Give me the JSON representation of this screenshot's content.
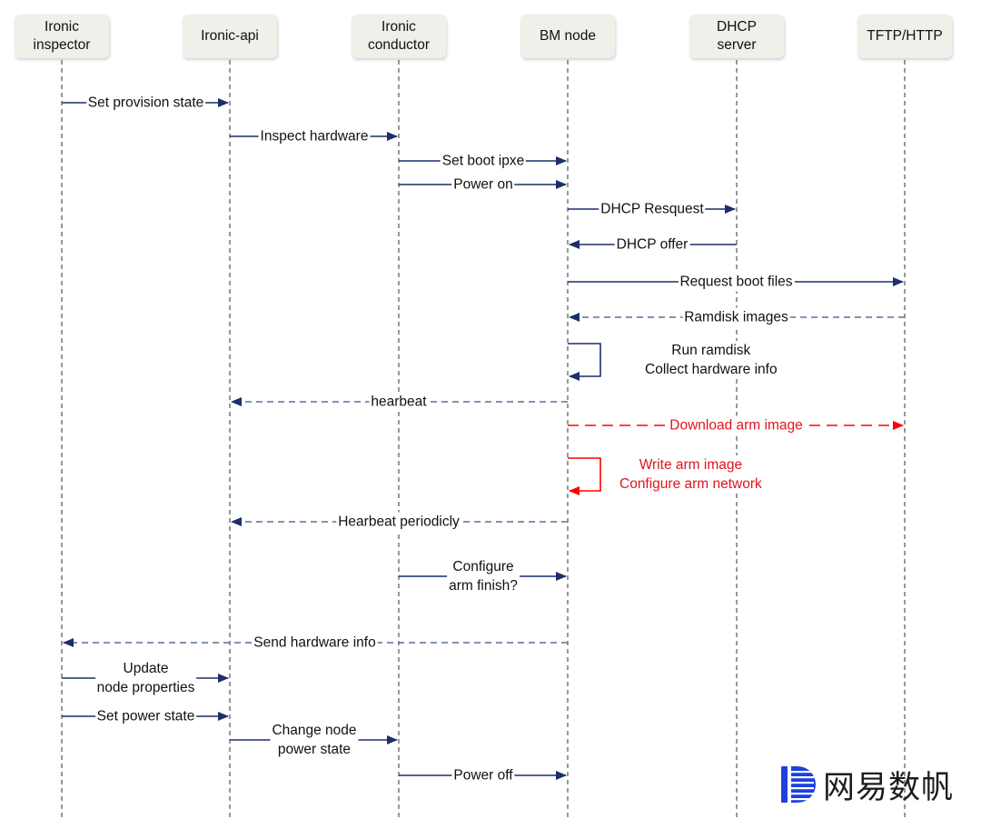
{
  "actors": [
    {
      "id": "inspector",
      "label": "Ironic\ninspector"
    },
    {
      "id": "api",
      "label": "Ironic-api"
    },
    {
      "id": "conductor",
      "label": "Ironic\nconductor"
    },
    {
      "id": "bm",
      "label": "BM node"
    },
    {
      "id": "dhcp",
      "label": "DHCP\nserver"
    },
    {
      "id": "tftp",
      "label": "TFTP/HTTP"
    }
  ],
  "messages": [
    {
      "from": "inspector",
      "to": "api",
      "label": "Set provision state",
      "style": "solid",
      "color": "#1b2f6b"
    },
    {
      "from": "api",
      "to": "conductor",
      "label": "Inspect hardware",
      "style": "solid",
      "color": "#1b2f6b"
    },
    {
      "from": "conductor",
      "to": "bm",
      "label": "Set boot ipxe",
      "style": "solid",
      "color": "#1b2f6b"
    },
    {
      "from": "conductor",
      "to": "bm",
      "label": "Power on",
      "style": "solid",
      "color": "#1b2f6b"
    },
    {
      "from": "bm",
      "to": "dhcp",
      "label": "DHCP Resquest",
      "style": "solid",
      "color": "#1b2f6b"
    },
    {
      "from": "dhcp",
      "to": "bm",
      "label": "DHCP offer",
      "style": "solid",
      "color": "#1b2f6b"
    },
    {
      "from": "bm",
      "to": "tftp",
      "label": "Request boot files",
      "style": "solid",
      "color": "#1b2f6b"
    },
    {
      "from": "tftp",
      "to": "bm",
      "label": "Ramdisk images",
      "style": "dashed",
      "color": "#1b2f6b"
    },
    {
      "from": "bm",
      "to": "bm",
      "label": "Run ramdisk\nCollect hardware info",
      "style": "self",
      "color": "#1b2f6b"
    },
    {
      "from": "bm",
      "to": "api",
      "label": "hearbeat",
      "style": "dashed",
      "color": "#1b2f6b"
    },
    {
      "from": "bm",
      "to": "tftp",
      "label": "Download arm image",
      "style": "dashed",
      "color": "#ff0000"
    },
    {
      "from": "bm",
      "to": "bm",
      "label": "Write arm image\nConfigure arm network",
      "style": "self",
      "color": "#ff0000"
    },
    {
      "from": "bm",
      "to": "api",
      "label": "Hearbeat periodicly",
      "style": "dashed",
      "color": "#1b2f6b"
    },
    {
      "from": "conductor",
      "to": "bm",
      "label": "Configure\narm finish?",
      "style": "solid",
      "color": "#1b2f6b"
    },
    {
      "from": "bm",
      "to": "inspector",
      "label": "Send hardware info",
      "style": "dashed",
      "color": "#1b2f6b"
    },
    {
      "from": "inspector",
      "to": "api",
      "label": "Update\nnode properties",
      "style": "solid",
      "color": "#1b2f6b"
    },
    {
      "from": "inspector",
      "to": "api",
      "label": "Set power state",
      "style": "solid",
      "color": "#1b2f6b"
    },
    {
      "from": "api",
      "to": "conductor",
      "label": "Change node\npower state",
      "style": "solid",
      "color": "#1b2f6b"
    },
    {
      "from": "conductor",
      "to": "bm",
      "label": "Power off",
      "style": "solid",
      "color": "#1b2f6b"
    }
  ],
  "brand": {
    "text": "网易数帆",
    "color": "#1f3fe0"
  }
}
